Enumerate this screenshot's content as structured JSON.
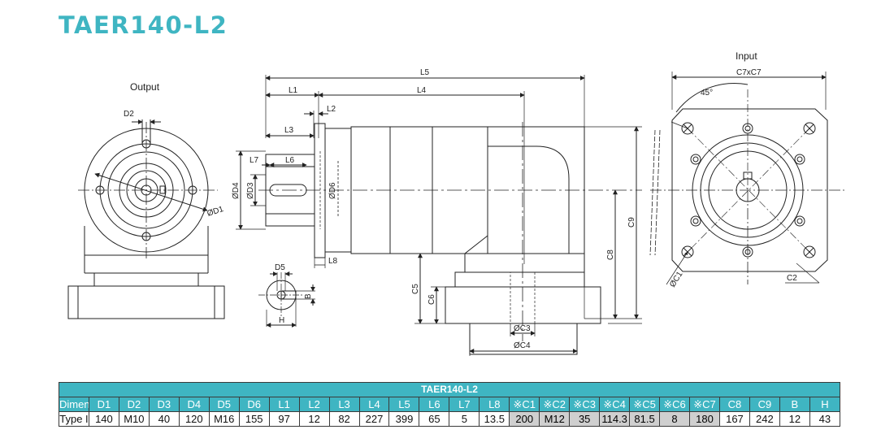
{
  "title": "TAER140-L2",
  "views": {
    "output_label": "Output",
    "input_label": "Input"
  },
  "dims": {
    "D1": "ØD1",
    "D2": "D2",
    "D3": "ØD3",
    "D4": "ØD4",
    "D5": "D5",
    "D6": "ØD6",
    "L1": "L1",
    "L2": "L2",
    "L3": "L3",
    "L4": "L4",
    "L5": "L5",
    "L6": "L6",
    "L7": "L7",
    "L8": "L8",
    "C1": "ØC1",
    "C2": "C2",
    "C3": "ØC3",
    "C4": "ØC4",
    "C5": "C5",
    "C6": "C6",
    "C7xC7": "C7xC7",
    "C8": "C8",
    "C9": "C9",
    "B": "B",
    "H": "H",
    "angle": "45°"
  },
  "table": {
    "title": "TAER140-L2",
    "headers": [
      "Dimension",
      "D1",
      "D2",
      "D3",
      "D4",
      "D5",
      "D6",
      "L1",
      "L2",
      "L3",
      "L4",
      "L5",
      "L6",
      "L7",
      "L8",
      "※C1",
      "※C2",
      "※C3",
      "※C4",
      "※C5",
      "※C6",
      "※C7",
      "C8",
      "C9",
      "B",
      "H"
    ],
    "rows": [
      [
        "Type I",
        "140",
        "M10",
        "40",
        "120",
        "M16",
        "155",
        "97",
        "12",
        "82",
        "227",
        "399",
        "65",
        "5",
        "13.5",
        "200",
        "M12",
        "35",
        "114.3",
        "81.5",
        "8",
        "180",
        "167",
        "242",
        "12",
        "43"
      ]
    ],
    "shaded_columns": [
      15,
      16,
      17,
      18,
      19,
      20,
      21
    ],
    "header_color": "#3fb5c2",
    "shade_color": "#cfcfcf"
  },
  "colors": {
    "accent": "#3fb5c2",
    "line": "#222222"
  }
}
